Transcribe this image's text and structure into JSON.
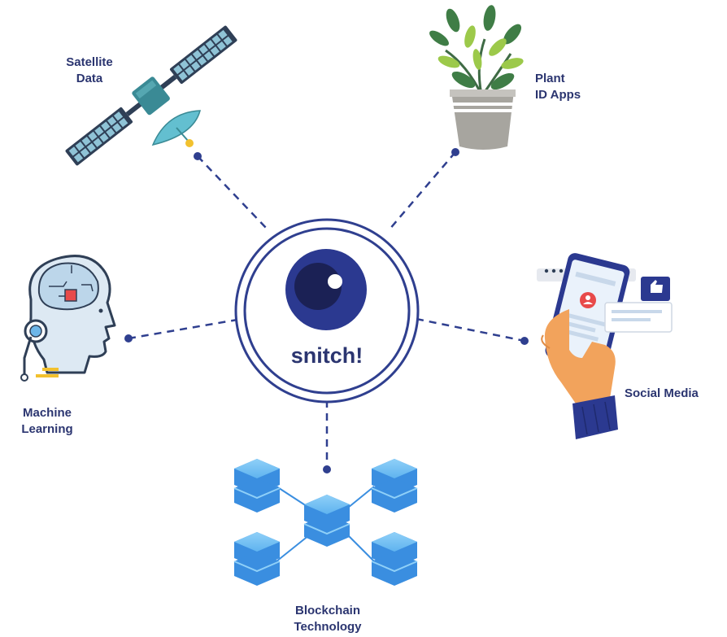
{
  "brand": {
    "name": "snitch!",
    "colors": {
      "navy": "#2b3570",
      "ring": "#2f3f8f",
      "accent_blue": "#3a8ee0",
      "teal": "#3a8a95",
      "dark_slate": "#2f3f56"
    }
  },
  "nodes": [
    {
      "id": "satellite",
      "label_lines": [
        "Satellite",
        "Data"
      ],
      "icon": "satellite-icon"
    },
    {
      "id": "plant",
      "label_lines": [
        "Plant",
        "ID Apps"
      ],
      "icon": "plant-icon"
    },
    {
      "id": "ml",
      "label_lines": [
        "Machine",
        "Learning"
      ],
      "icon": "ai-head-icon"
    },
    {
      "id": "social",
      "label_lines": [
        "Social Media"
      ],
      "icon": "phone-hand-icon"
    },
    {
      "id": "blockchain",
      "label_lines": [
        "Blockchain",
        "Technology"
      ],
      "icon": "blockchain-icon"
    }
  ]
}
